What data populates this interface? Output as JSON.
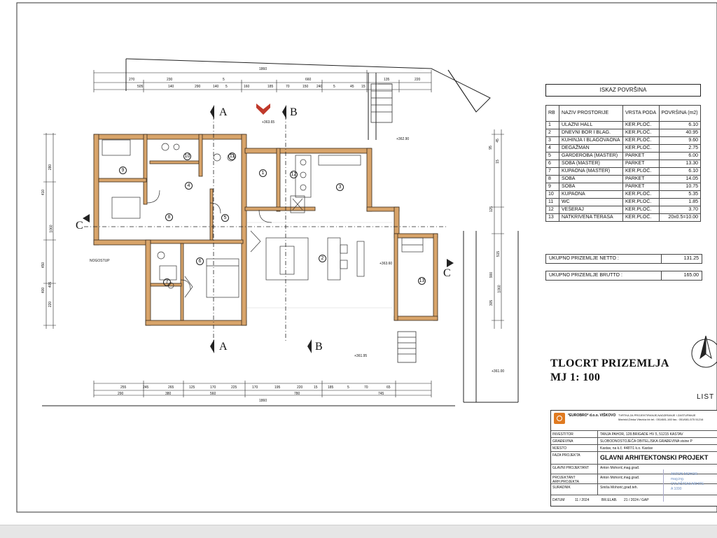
{
  "area_table": {
    "title": "ISKAZ POVRŠINA",
    "headers": [
      "RB",
      "NAZIV PROSTORIJE",
      "VRSTA PODA",
      "POVRŠINA (m2)"
    ],
    "rows": [
      [
        "1",
        "ULAZNI HALL",
        "KER.PLOČ.",
        "6.10"
      ],
      [
        "2",
        "DNEVNI BOR I BLAG.",
        "KER.PLOČ.",
        "40.95"
      ],
      [
        "3",
        "KUHINJA I BLAGOVAONA",
        "KER.PLOČ.",
        "9.60"
      ],
      [
        "4",
        "DEGAŽMAN",
        "KER.PLOČ.",
        "2.75"
      ],
      [
        "5",
        "GARDEROBA (MASTER)",
        "PARKET",
        "6.00"
      ],
      [
        "6",
        "SOBA (MASTER)",
        "PARKET",
        "13.30"
      ],
      [
        "7",
        "KUPAONA (MASTER)",
        "KER.PLOČ.",
        "6.10"
      ],
      [
        "8",
        "SOBA",
        "PARKET",
        "14.05"
      ],
      [
        "9",
        "SOBA",
        "PARKET",
        "10.75"
      ],
      [
        "10",
        "KUPAONA",
        "KER.PLOČ.",
        "5.35"
      ],
      [
        "11",
        "WC",
        "KER.PLOČ.",
        "1.85"
      ],
      [
        "12",
        "VEŠERAJ",
        "KER.PLOČ.",
        "3.70"
      ],
      [
        "13",
        "NATKRIVENA TERASA",
        "KER.PLOČ.",
        "20x0.5=10.00"
      ]
    ],
    "netto_label": "UKUPNO PRIZEMLJE NETTO :",
    "netto_value": "131.25",
    "brutto_label": "UKUPNO PRIZEMLJE BRUTTO :",
    "brutto_value": "165.00"
  },
  "plan": {
    "title_line1": "TLOCRT PRIZEMLJA",
    "title_line2": "MJ 1: 100",
    "sheet_label": "LIST",
    "section_marks": [
      "A",
      "B",
      "C"
    ],
    "stair_label": "NOGOSTUP",
    "overall_dim": "1860",
    "room_numbers": [
      "1",
      "2",
      "3",
      "4",
      "5",
      "6",
      "7",
      "8",
      "9",
      "10",
      "11",
      "12",
      "13"
    ],
    "dims_top_row1": [
      "270",
      "230",
      "5",
      "660",
      "135",
      "220"
    ],
    "dims_top_row2": [
      "505",
      "140",
      "290",
      "140",
      "5",
      "160",
      "185",
      "70",
      "150",
      "240",
      "5",
      "45",
      "15"
    ],
    "dims_bottom_row1": [
      "255",
      "245",
      "265",
      "125",
      "170",
      "225",
      "170",
      "195",
      "220",
      "15",
      "185",
      "5",
      "70",
      "65"
    ],
    "dims_bottom_row2": [
      "290",
      "380",
      "560",
      "780",
      "745"
    ],
    "dims_left": [
      "280",
      "410",
      "1060",
      "450",
      "405",
      "400",
      "220"
    ],
    "dims_right": [
      "45",
      "95",
      "15",
      "125",
      "515",
      "900",
      "1060",
      "305"
    ],
    "elevation_marks": [
      "+363.65",
      "+362.90",
      "+363.60",
      "+361.95",
      "+361.00"
    ],
    "colors": {
      "wall_fill": "#d8a46a",
      "wall_stroke": "#3a2a1a",
      "line": "#222222"
    }
  },
  "title_block": {
    "company": "*EUROBRO* d.o.o. VIŠKOVO",
    "company_info": "TVRTKA ZA PROJEKTIRANJE,NADZIRANJE I ZASTUPANJE",
    "company_info2": "Marinići,Dinka Vitezića bb  tel.: 051/681-160  fax.: 051/681-575  51216",
    "rows": [
      {
        "label": "INVESTITOR",
        "value": "TANJA PAHOR, 128.BRIGADE HV 5, 51215 KASTAV"
      },
      {
        "label": "GRAĐEVINA",
        "value": "SLOBODNOSTOJEĆA OBITELJSKA GRAĐEVINA visine P"
      },
      {
        "label": "MJESTO",
        "value": "Kastav, na k.č. 4487/1 k.o. Kastav"
      },
      {
        "label": "FAZA PROJEKTA",
        "value": "GLAVNI ARHITEKTONSKI PROJEKT"
      },
      {
        "label": "GLAVNI PROJEKTANT",
        "value": "Anton Mohorić,mag.građ."
      },
      {
        "label": "PROJEKTANT ARH.PROJEKTA",
        "value": "Anton Mohorić,mag.građ."
      },
      {
        "label": "SURADNIK",
        "value": "Siniša Mohorić,građ.teh."
      }
    ],
    "date_label": "DATUM",
    "date_value": "11 / 2024",
    "elab_label": "BR.ELAB.",
    "elab_value": "21 / 2024 / GAP",
    "stamp_lines": [
      "ANTON MOHOR",
      "mag.ing.",
      "OVLAŠTENI ARHITE",
      "A 1090"
    ]
  }
}
